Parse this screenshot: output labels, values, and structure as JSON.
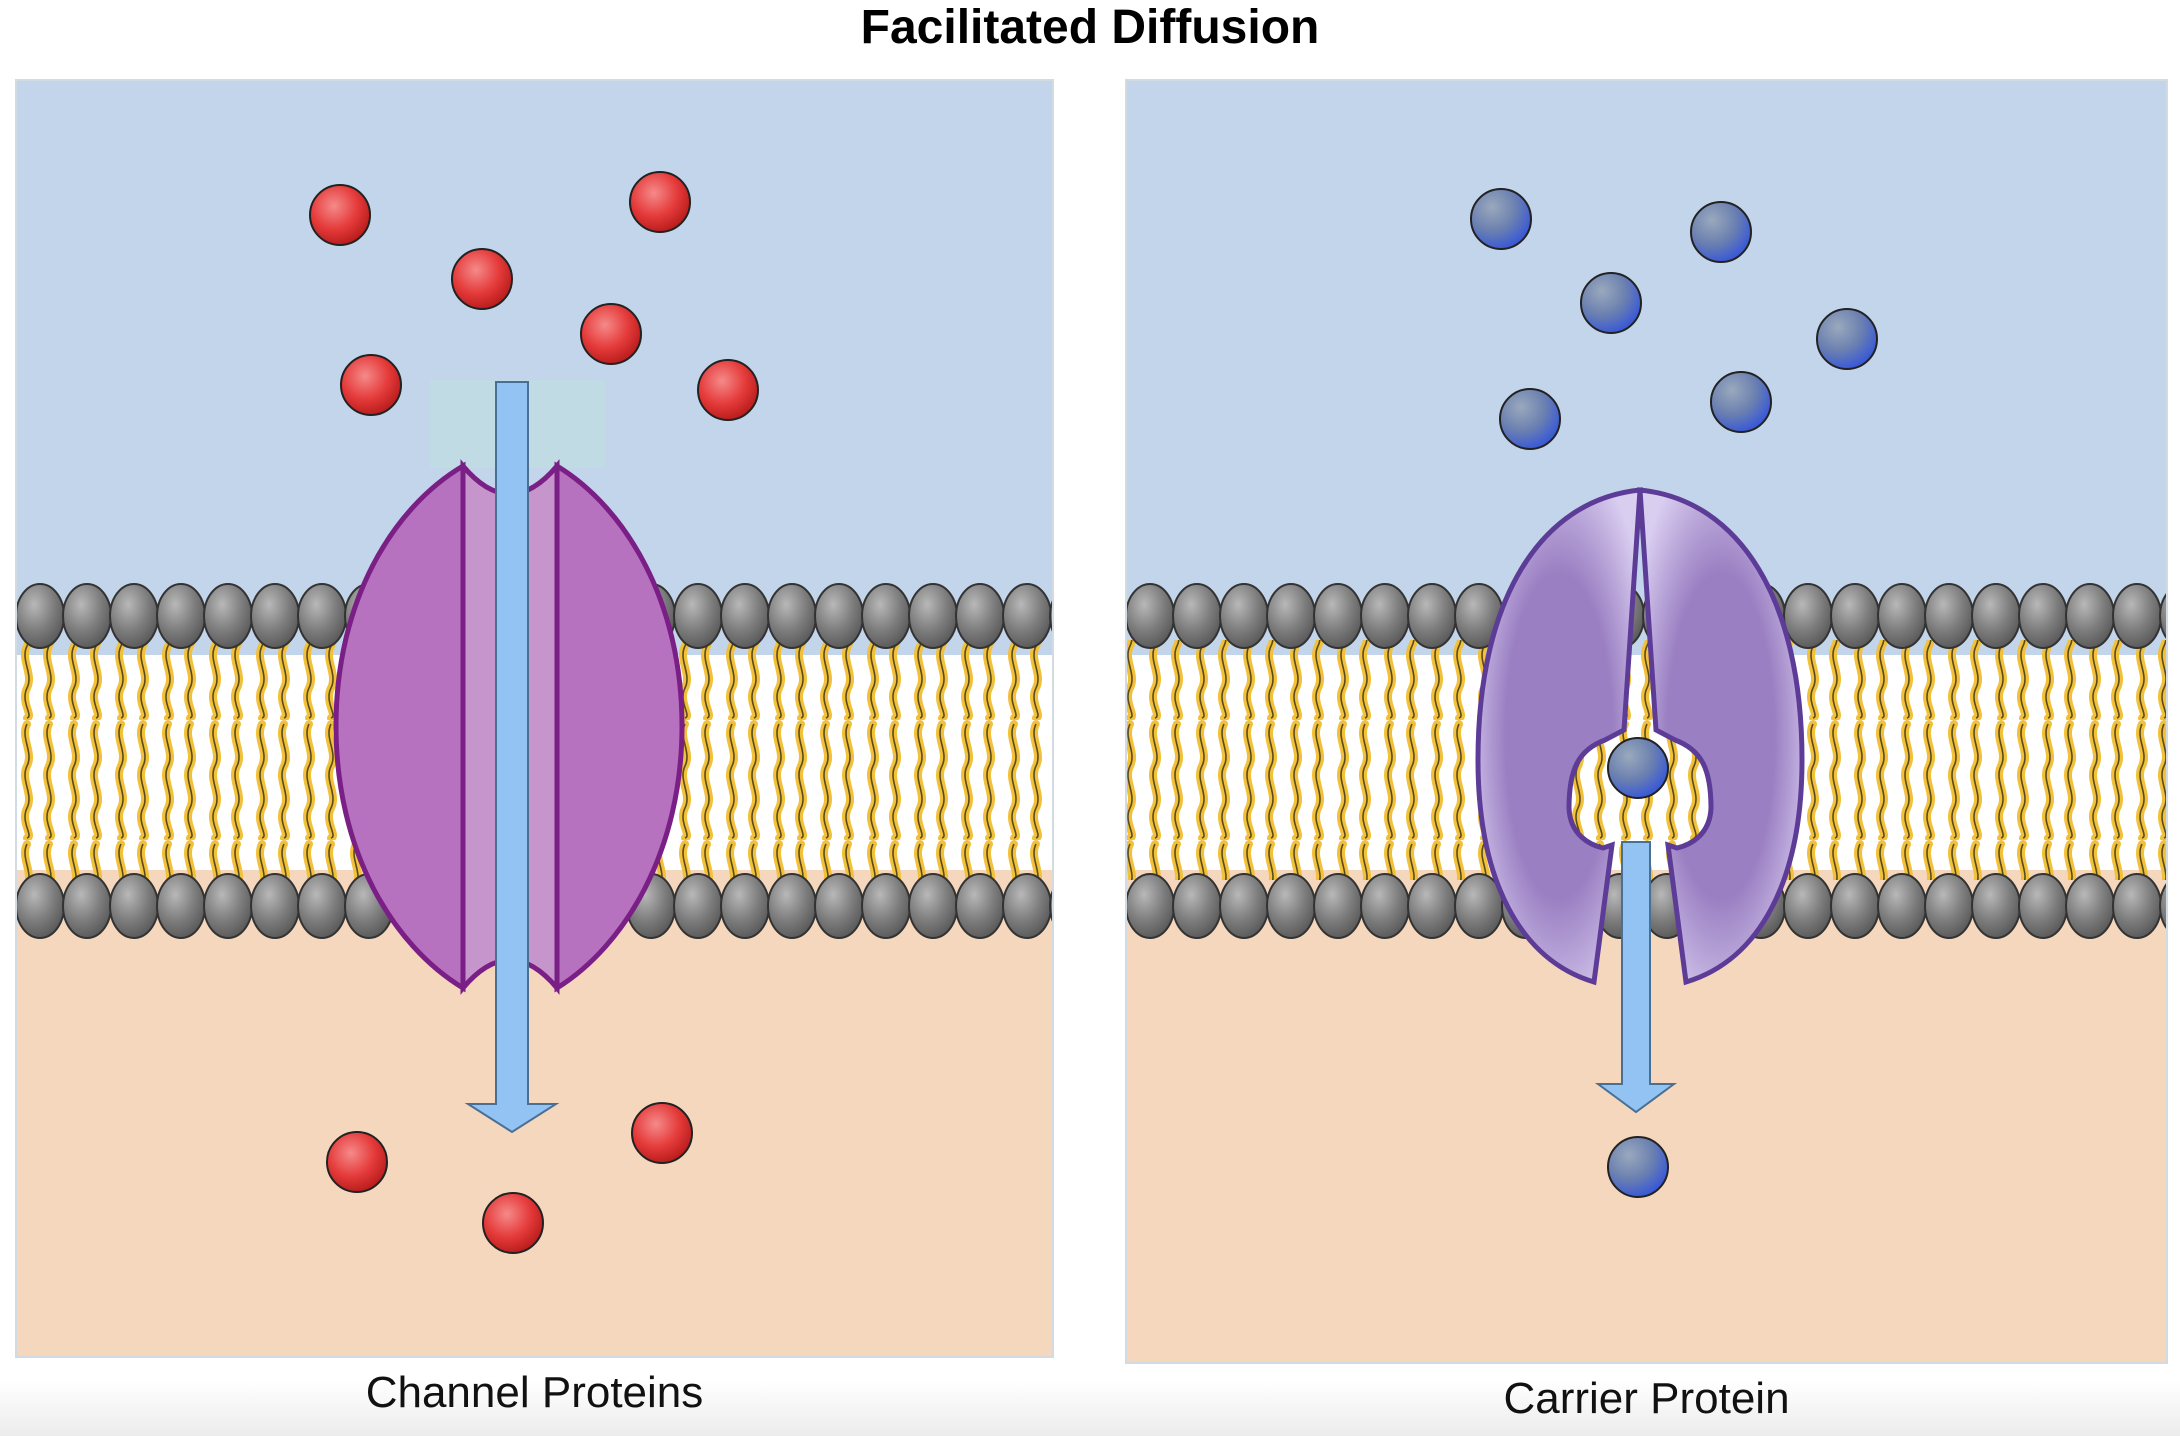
{
  "title": "Facilitated Diffusion",
  "panels": [
    {
      "label": "Channel Proteins"
    },
    {
      "label": "Carrier Protein"
    }
  ],
  "colors": {
    "extracellular": "#c3d5ea",
    "intracellular": "#f4d7bc",
    "phospholipid_head": "#7a7a7a",
    "lipid_tail": "#f2c13b",
    "channel_protein": "#b772bf",
    "channel_protein_outline": "#7a1f86",
    "carrier_protein": "#9b80c2",
    "carrier_protein_outline": "#5d3c98",
    "solute_red": "#e83a3a",
    "solute_blue": "#4a6ec4",
    "arrow": "#92c3f2"
  }
}
